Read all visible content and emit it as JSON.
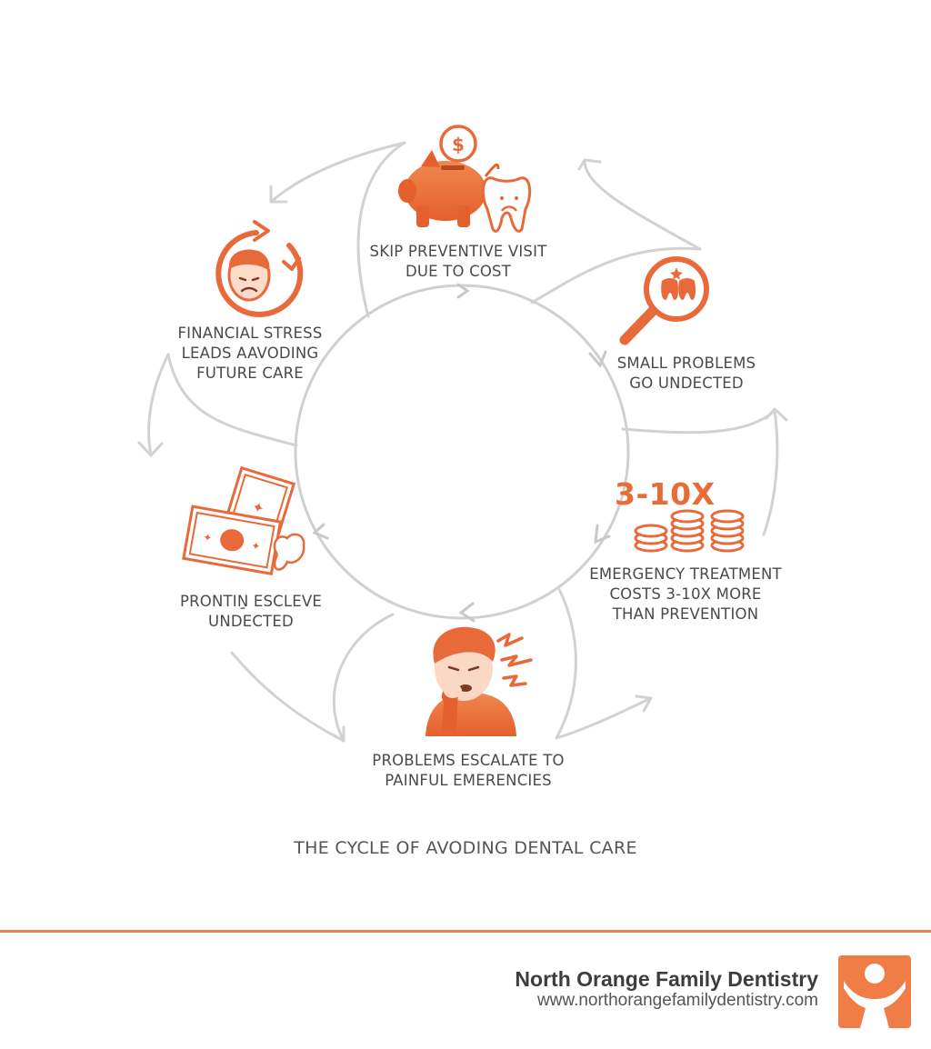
{
  "diagram": {
    "caption": "THE CYCLE OF AVODING DENTAL CARE",
    "steps": [
      {
        "lines": [
          "SKIP PREVENTIVE VISIT",
          "DUE TO COST"
        ],
        "icon": "piggy-bank-tooth-icon"
      },
      {
        "lines": [
          "SMALL PROBLEMS",
          "GO UNDECTED"
        ],
        "icon": "magnifier-teeth-icon"
      },
      {
        "lines": [
          "EMERGENCY TREATMENT",
          "COSTS 3-10X MORE",
          "THAN PREVENTION"
        ],
        "icon": "coin-stacks-icon",
        "highlight": "3-10X"
      },
      {
        "lines": [
          "PROBLEMS ESCALATE TO",
          "PAINFUL EMERENCIES"
        ],
        "icon": "toothache-person-icon"
      },
      {
        "lines": [
          "PRONTIṈ ESCLEVE",
          "UNDECTED"
        ],
        "icon": "cash-bills-icon"
      },
      {
        "lines": [
          "FINANCIAL STRESS",
          "LEADS AAVODING",
          "FUTURE CARE"
        ],
        "icon": "stressed-face-cycle-icon"
      }
    ],
    "colors": {
      "accent": "#e86b38",
      "arrow": "#cfcfcf",
      "text": "#4a4a4a"
    }
  },
  "footer": {
    "brand_name": "North Orange Family Dentistry",
    "url": "www.northorangefamilydentistry.com",
    "logo_icon": "person-logo-icon"
  }
}
